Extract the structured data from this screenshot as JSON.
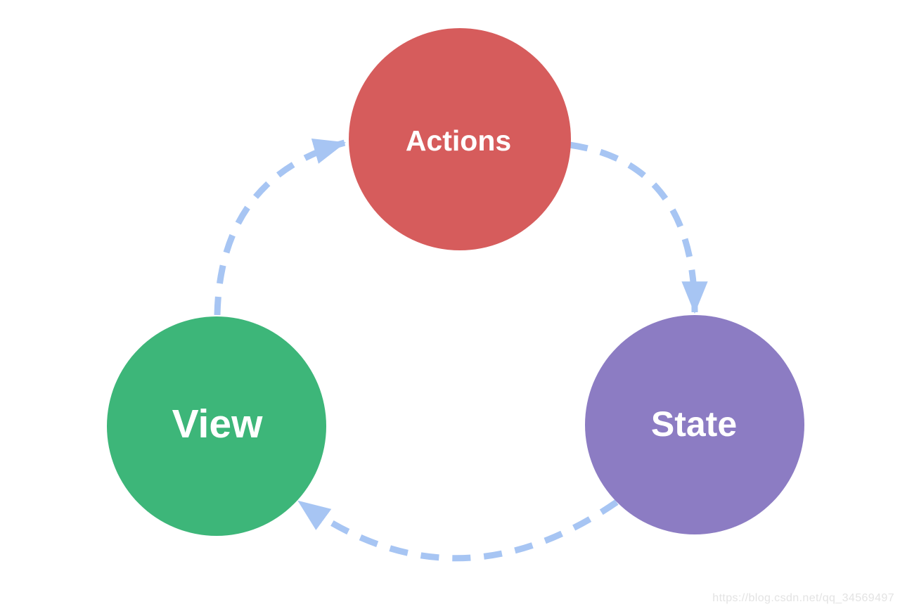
{
  "diagram": {
    "type": "cycle-flow-diagram",
    "background": "#ffffff",
    "nodes": [
      {
        "id": "actions",
        "label": "Actions",
        "color": "#d65c5c",
        "text_color": "#ffffff"
      },
      {
        "id": "state",
        "label": "State",
        "color": "#8c7cc3",
        "text_color": "#ffffff"
      },
      {
        "id": "view",
        "label": "View",
        "color": "#3db679",
        "text_color": "#ffffff"
      }
    ],
    "edges": [
      {
        "from": "actions",
        "to": "state"
      },
      {
        "from": "state",
        "to": "view"
      },
      {
        "from": "view",
        "to": "actions"
      }
    ],
    "edge_style": {
      "color": "#a7c5f3",
      "dashed": true
    }
  },
  "watermark": {
    "text": "https://blog.csdn.net/qq_34569497"
  }
}
